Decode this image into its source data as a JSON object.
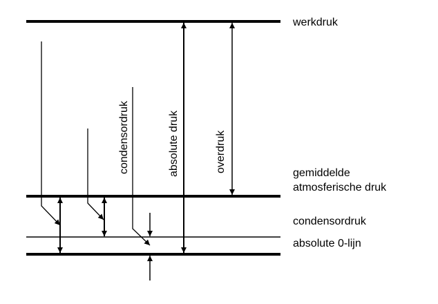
{
  "labels": {
    "werkdruk": "werkdruk",
    "gemiddelde_line1": "gemiddelde",
    "gemiddelde_line2": "atmosferische druk",
    "condensordruk_right": "condensordruk",
    "absolute_nul": "absolute 0-lijn",
    "condensordruk_vertical": "condensordruk",
    "absolute_druk": "absolute druk",
    "overdruk": "overdruk"
  },
  "colors": {
    "ink": "#000000",
    "background": "#ffffff"
  }
}
